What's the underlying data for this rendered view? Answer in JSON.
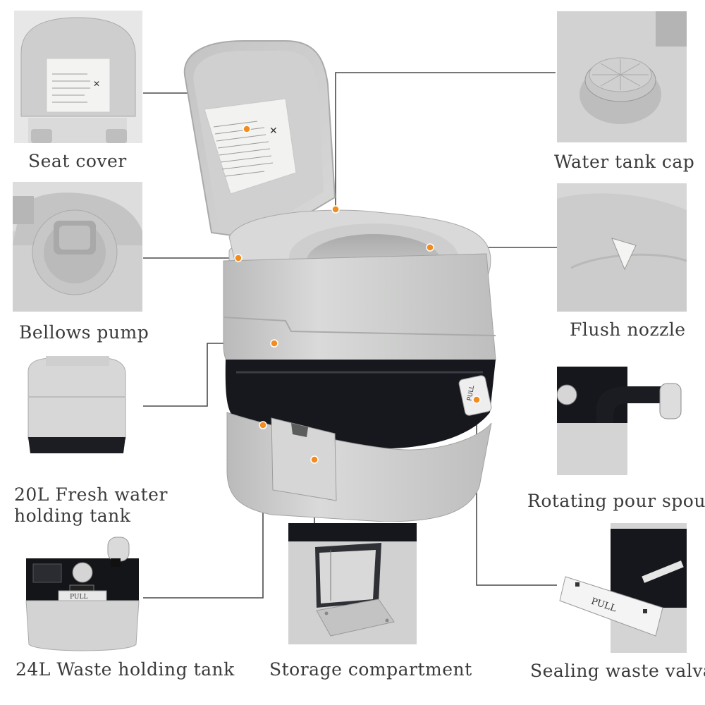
{
  "labels": {
    "seat_cover": "Seat cover",
    "bellows_pump": "Bellows pump",
    "fresh_tank_line1": "20L Fresh water",
    "fresh_tank_line2": "holding tank",
    "waste_tank": "24L Waste holding tank",
    "storage": "Storage compartment",
    "water_cap": "Water tank cap",
    "flush_nozzle": "Flush nozzle",
    "pour_spout": "Rotating pour spout",
    "sealing_valve": "Sealing waste valva"
  },
  "product_marks": {
    "valve_pull": "PULL",
    "waste_tank_pull": "PULL",
    "seal_pull": "PULL"
  },
  "colors": {
    "callout_dot": "#f28c1f",
    "line": "#4a4a4a",
    "plastic_gray": "#c9cac9",
    "dark_band": "#15171c"
  }
}
